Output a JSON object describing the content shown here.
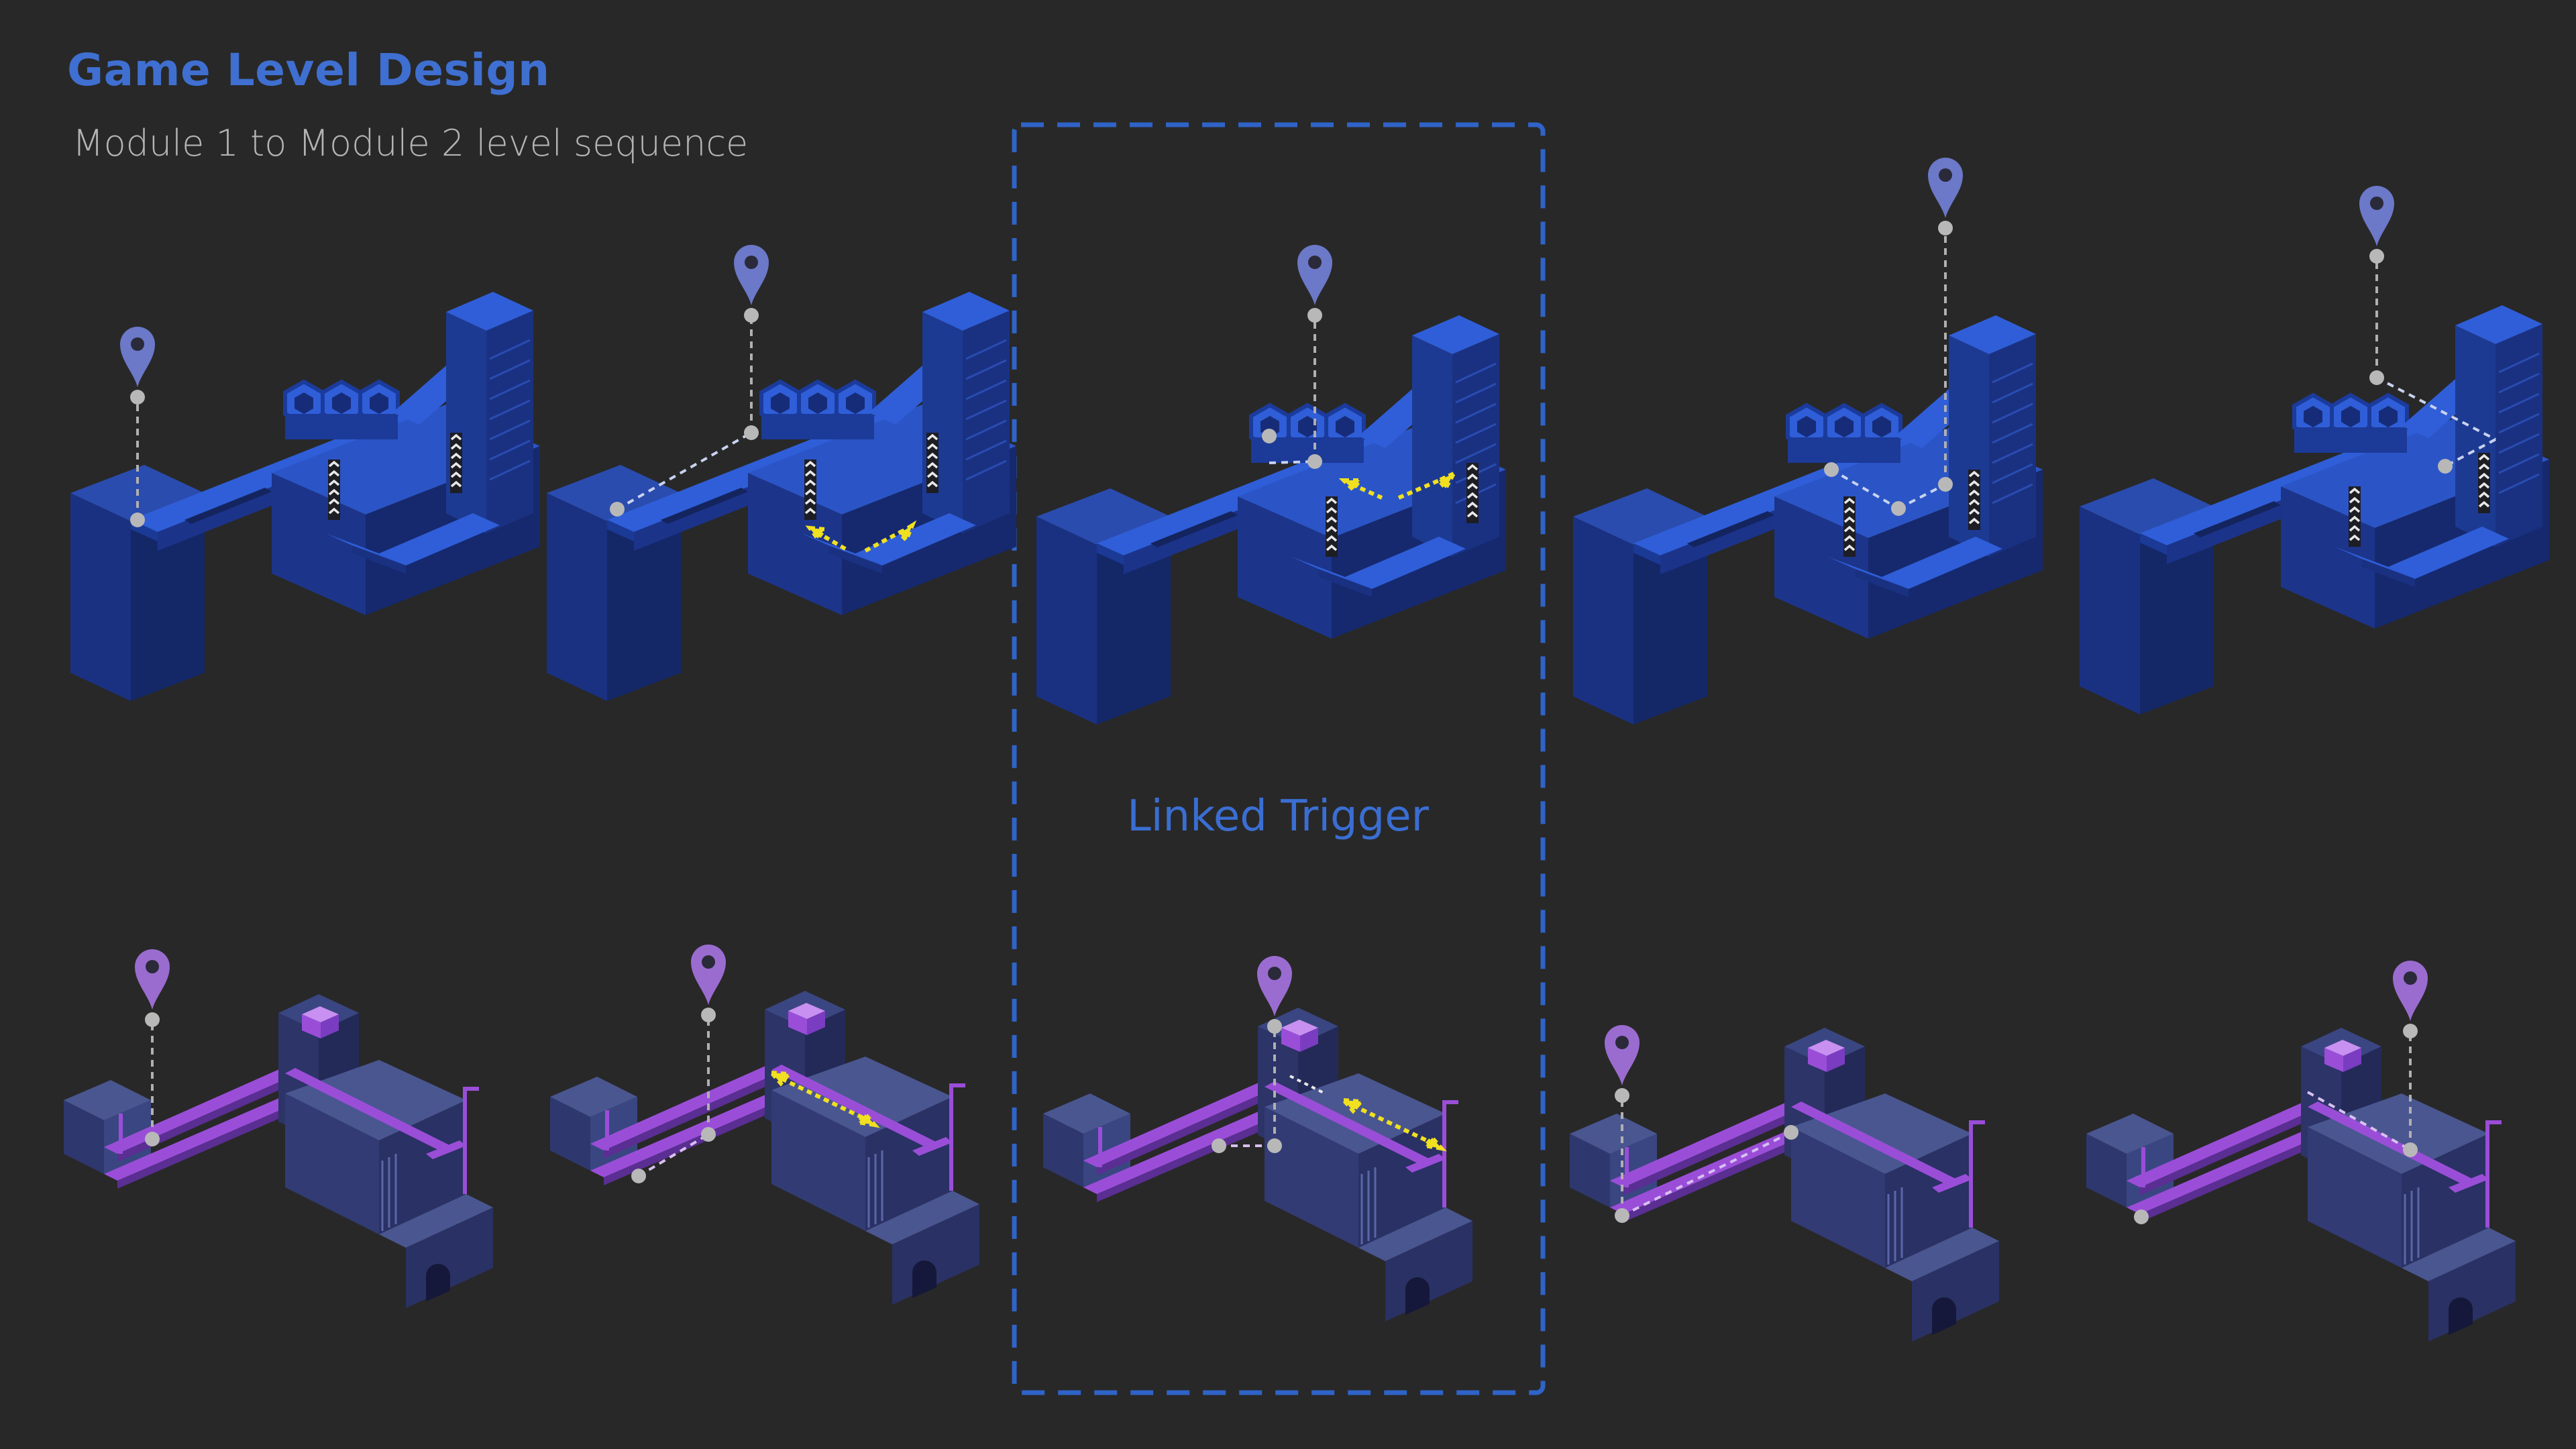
{
  "header": {
    "title": "Game Level Design",
    "subtitle": "Module 1 to Module 2 level sequence"
  },
  "highlight": {
    "label": "Linked Trigger"
  },
  "colors": {
    "background": "#282828",
    "module1_top": "#2d5bd0",
    "module1_side": "#1a2f7a",
    "module1_dark": "#12255f",
    "module2_top": "#4a5690",
    "module2_side": "#2c3468",
    "module2_path": "#9a4ed8",
    "marker_blue": "#6c78c8",
    "marker_purple": "#9a6cd0",
    "trigger_arrow": "#f0e020",
    "highlight_border": "#2f63c8",
    "title_color": "#3f6fd0"
  },
  "sequence": {
    "module1_steps": 5,
    "module2_steps": 5,
    "highlighted_step": 3
  },
  "icons": [
    "location-pin-icon",
    "spring-chevron-icon",
    "double-arrow-icon"
  ]
}
